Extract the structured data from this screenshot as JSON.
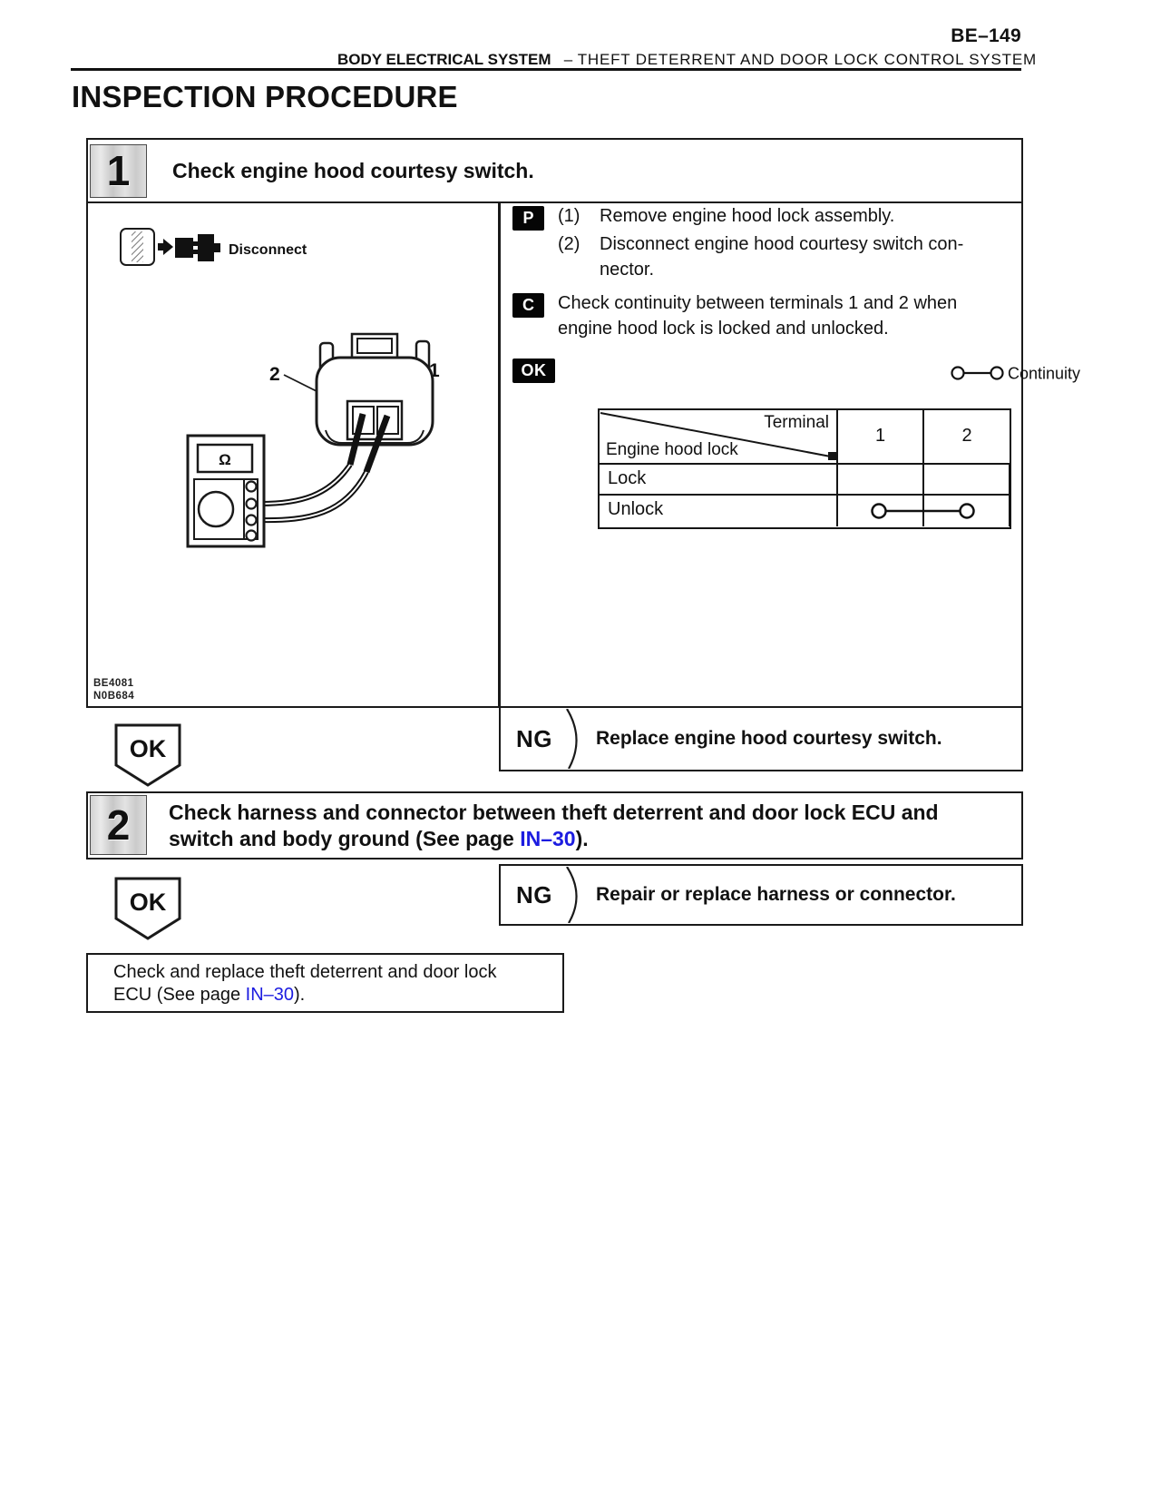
{
  "page": {
    "number": "BE–149",
    "header_bold": "BODY ELECTRICAL SYSTEM",
    "header_sep": "–",
    "header_rest": "THEFT DETERRENT AND DOOR LOCK CONTROL SYSTEM",
    "title": "INSPECTION PROCEDURE"
  },
  "colors": {
    "link": "#1c1ce0",
    "ink": "#111111"
  },
  "step1": {
    "number": "1",
    "title": "Check engine hood courtesy switch.",
    "diagram": {
      "disconnect_label": "Disconnect",
      "label_terminal2": "2",
      "label_terminal1": "1",
      "meter_symbol": "Ω",
      "figure_code_line1": "BE4081",
      "figure_code_line2": "N0B684"
    },
    "prepare_badge": "P",
    "prepare_items": [
      {
        "num": "(1)",
        "text": "Remove engine hood lock assembly."
      },
      {
        "num": "(2)",
        "text": "Disconnect engine hood courtesy switch con-\nnector."
      }
    ],
    "check_badge": "C",
    "check_text": "Check continuity between terminals 1 and 2 when\nengine hood lock is locked and unlocked.",
    "spec_badge": "OK",
    "legend_label": "Continuity",
    "table": {
      "header_diag_top": "Terminal",
      "header_diag_bottom": "Engine hood lock",
      "columns": [
        "1",
        "2"
      ],
      "rows": [
        {
          "label": "Lock",
          "continuity": false
        },
        {
          "label": "Unlock",
          "continuity": true
        }
      ]
    },
    "ok_label": "OK",
    "ng_label": "NG",
    "ng_action": "Replace engine hood courtesy switch."
  },
  "step2": {
    "number": "2",
    "title_before_link": "Check harness and connector between theft deterrent and door lock ECU and switch and body ground (See page ",
    "title_link": "IN–30",
    "title_after_link": ").",
    "ok_label": "OK",
    "ng_label": "NG",
    "ng_action": "Repair or replace harness or connector."
  },
  "final_step": {
    "text_before_link": "Check and replace theft deterrent and door lock ECU (See page ",
    "text_link": "IN–30",
    "text_after_link": ")."
  }
}
